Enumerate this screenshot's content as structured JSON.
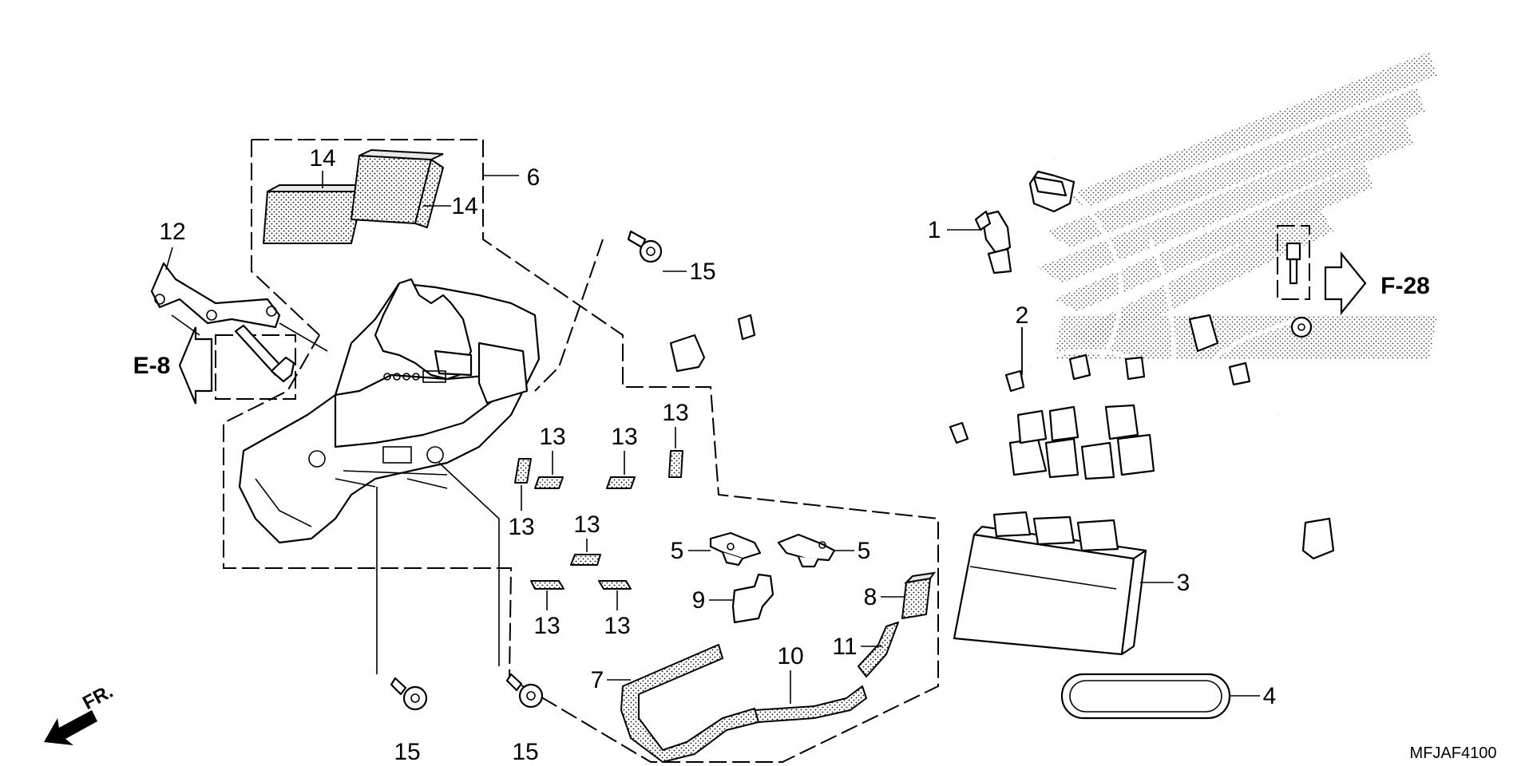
{
  "labels": {
    "p1": "1",
    "p2": "2",
    "p3": "3",
    "p4": "4",
    "p5a": "5",
    "p5b": "5",
    "p6": "6",
    "p7": "7",
    "p8": "8",
    "p9": "9",
    "p10": "10",
    "p11": "11",
    "p12": "12",
    "p13a": "13",
    "p13b": "13",
    "p13c": "13",
    "p13d": "13",
    "p13e": "13",
    "p13f": "13",
    "p13g": "13",
    "p14a": "14",
    "p14b": "14",
    "p15a": "15",
    "p15b": "15",
    "p15c": "15"
  },
  "refs": {
    "left": "E-8",
    "right": "F-28"
  },
  "front": "FR.",
  "diagram_code": "MFJAF4100"
}
